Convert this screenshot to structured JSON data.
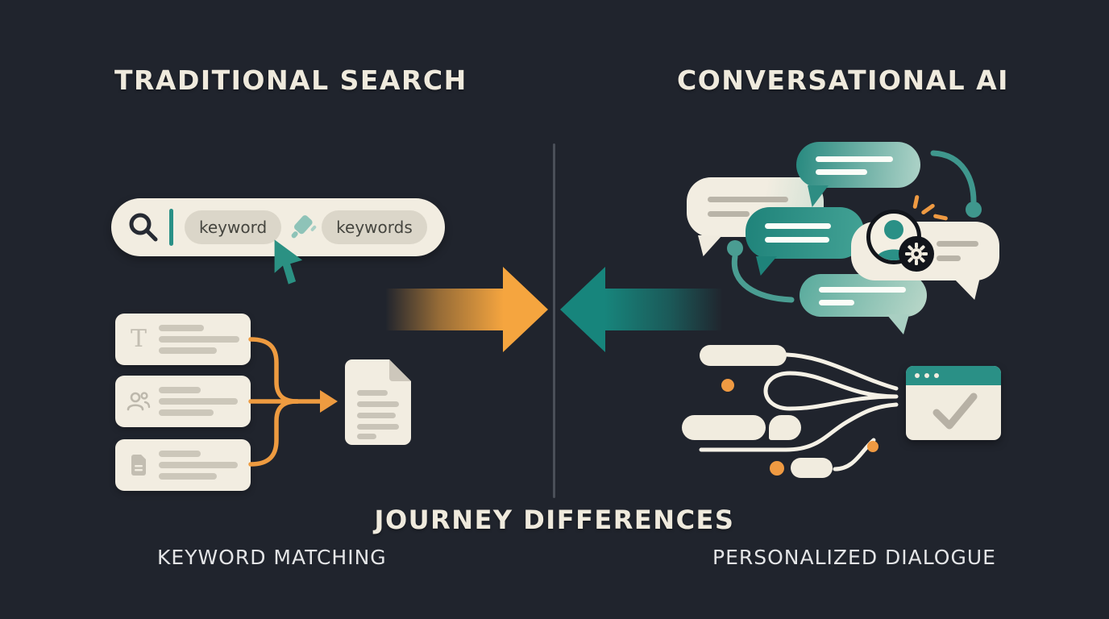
{
  "left_panel": {
    "title": "TRADITIONAL SEARCH",
    "caption": "KEYWORD MATCHING",
    "search_bar": {
      "chip_1": "keyword",
      "chip_2": "keywords"
    }
  },
  "right_panel": {
    "title": "CONVERSATIONAL AI",
    "caption": "PERSONALIZED DIALOGUE"
  },
  "footer": {
    "title": "JOURNEY DIFFERENCES"
  },
  "colors": {
    "background": "#20242d",
    "cream": "#f2ede1",
    "teal": "#2a9086",
    "dark_teal_arrow": "#17857c",
    "orange": "#f5a53f",
    "orange_dot": "#ef9a42",
    "divider_gray": "#4a4f58",
    "chip_gray": "#dbd6c9",
    "skeleton_gray": "#ccc7ba"
  }
}
